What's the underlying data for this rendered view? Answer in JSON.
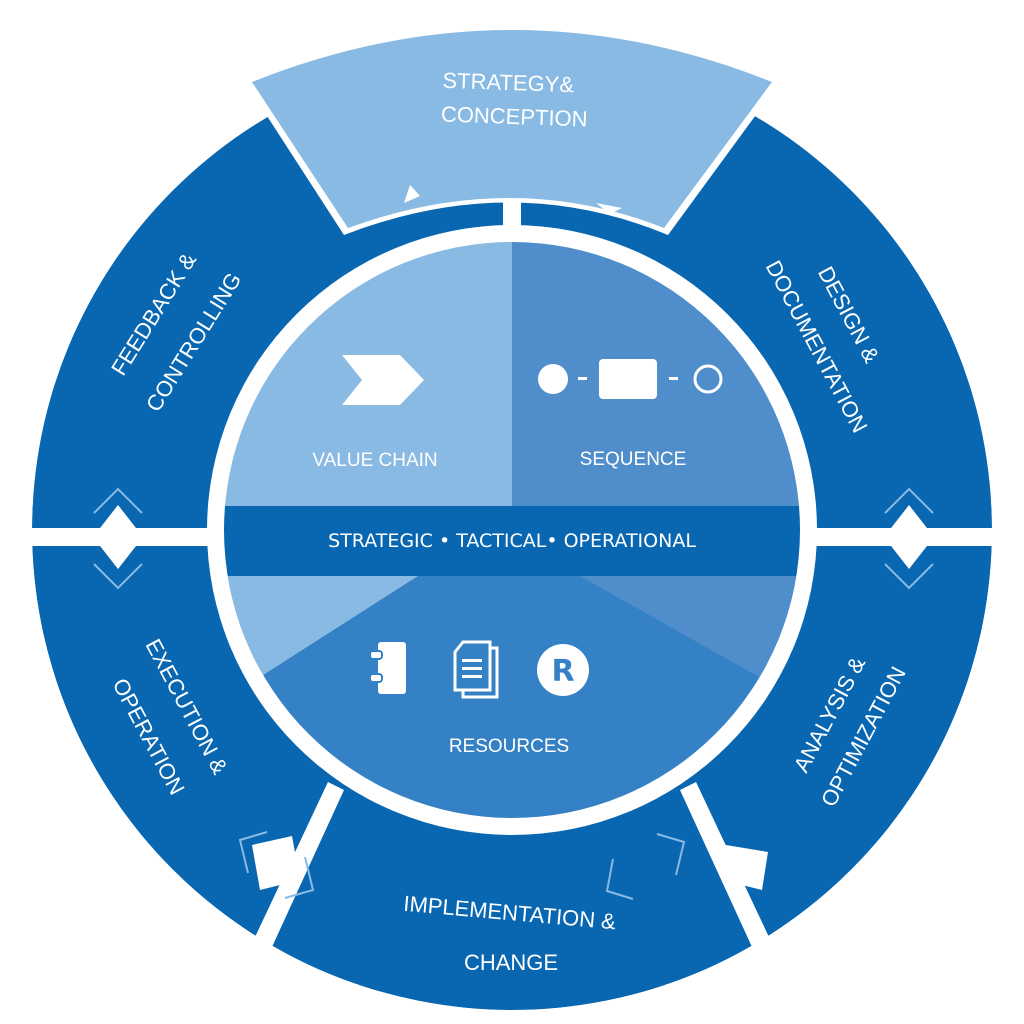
{
  "colors": {
    "dark_blue": "#0967b1",
    "light_blue": "#88bae3",
    "mid_blue": "#4f8ecb",
    "resource_blue": "#3581c6",
    "white": "#ffffff"
  },
  "outer_ring": {
    "segments": [
      {
        "id": "strategy",
        "lines": [
          "STRATEGY&",
          "CONCEPTION"
        ],
        "highlighted": true
      },
      {
        "id": "design",
        "lines": [
          "DESIGN &",
          "DOCUMENTATION"
        ],
        "highlighted": false
      },
      {
        "id": "analysis",
        "lines": [
          "ANALYSIS &",
          "OPTIMIZATION"
        ],
        "highlighted": false
      },
      {
        "id": "implementation",
        "lines": [
          "IMPLEMENTATION &",
          "CHANGE"
        ],
        "highlighted": false
      },
      {
        "id": "execution",
        "lines": [
          "EXECUTION &",
          "OPERATION"
        ],
        "highlighted": false
      },
      {
        "id": "feedback",
        "lines": [
          "FEEDBACK &",
          "CONTROLLING"
        ],
        "highlighted": false
      }
    ]
  },
  "inner": {
    "value_chain": {
      "label": "VALUE CHAIN",
      "icon": "chevron-arrow-icon"
    },
    "sequence": {
      "label": "SEQUENCE",
      "icon": "process-flow-icon"
    },
    "band": {
      "label": "STRATEGIC • TACTICAL• OPERATIONAL"
    },
    "resources": {
      "label": "RESOURCES",
      "icons": [
        "notebook-icon",
        "documents-icon",
        "registered-icon"
      ],
      "registered_glyph": "R"
    }
  }
}
